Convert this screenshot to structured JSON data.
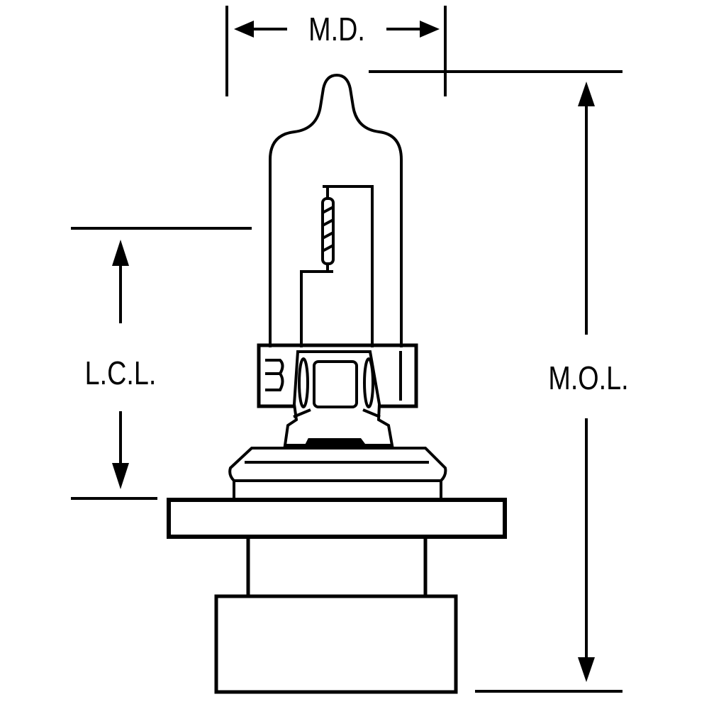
{
  "labels": {
    "md": "M.D.",
    "lcl": "L.C.L.",
    "mol": "M.O.L."
  },
  "colors": {
    "line": "#000000",
    "background": "#ffffff"
  }
}
